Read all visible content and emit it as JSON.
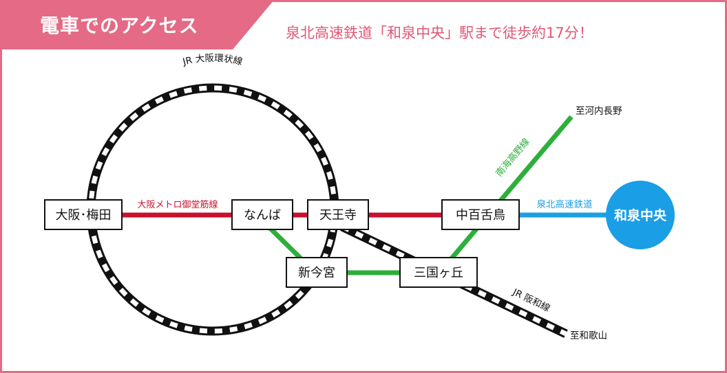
{
  "header": {
    "title": "電車でのアクセス",
    "headline": "泉北高速鉄道「和泉中央」駅まで徒歩約17分！"
  },
  "colors": {
    "accent": "#e46a85",
    "midosuji": "#c8102e",
    "nankai": "#2eaf3c",
    "senboku": "#1a9ee6",
    "jr": "#111111"
  },
  "lines": {
    "loop": "JR 大阪環状線",
    "midosuji": "大阪メトロ御堂筋線",
    "nankai": "南海高野線",
    "senboku": "泉北高速鉄道",
    "hanwa": "JR 阪和線"
  },
  "stations": {
    "umeda": "大阪･梅田",
    "namba": "なんば",
    "tennoji": "天王寺",
    "nakamozu": "中百舌鳥",
    "imamiya": "新今宮",
    "mikunigaoka": "三国ヶ丘",
    "izumi_chuo": "和泉中央"
  },
  "destinations": {
    "kawachinagano": "至河内長野",
    "wakayama": "至和歌山"
  }
}
